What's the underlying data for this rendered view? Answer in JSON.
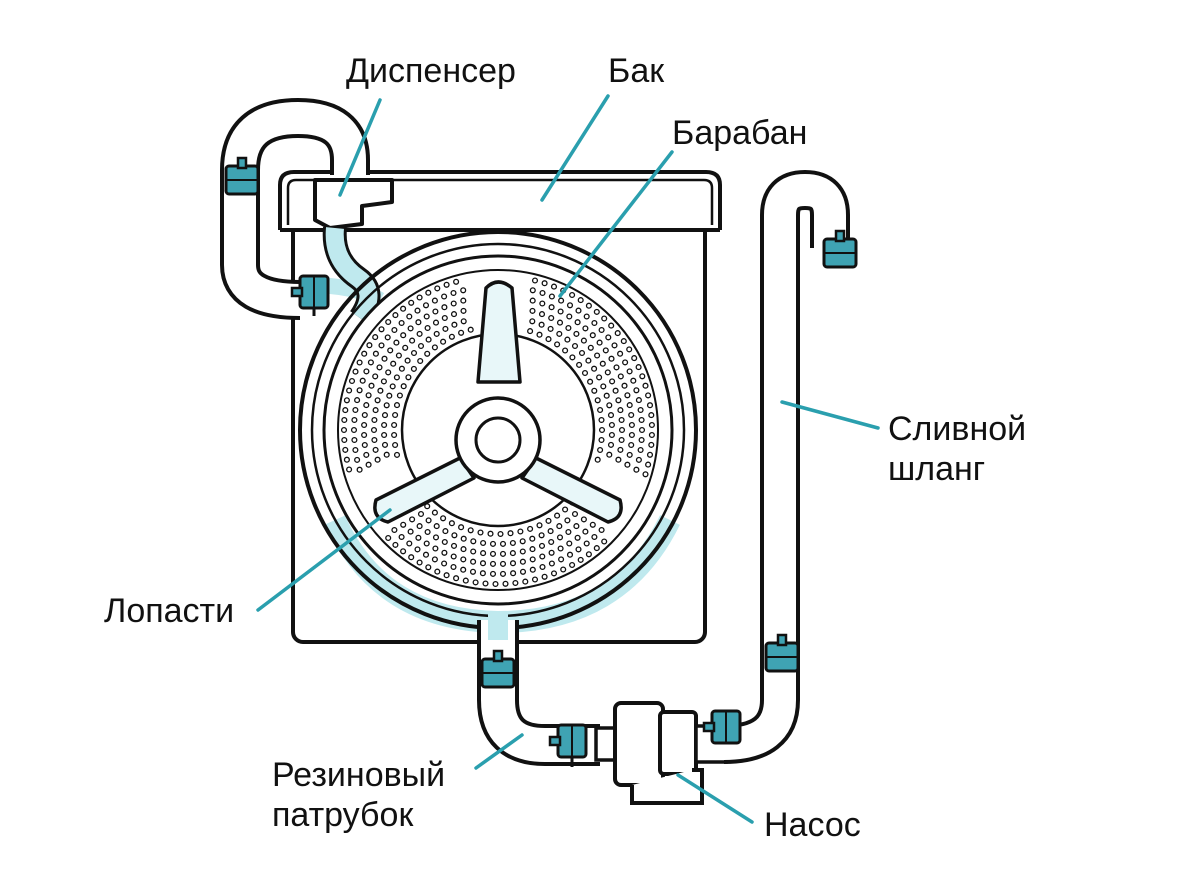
{
  "labels": {
    "dispenser": "Диспенсер",
    "tank": "Бак",
    "drum": "Барабан",
    "drain_hose_line1": "Сливной",
    "drain_hose_line2": "шланг",
    "paddles": "Лопасти",
    "rubber_pipe_line1": "Резиновый",
    "rubber_pipe_line2": "патрубок",
    "pump": "Насос"
  },
  "colors": {
    "outline": "#111111",
    "accent": "#2a9fae",
    "water": "#bfe9ee",
    "clamp": "#3fa3b3"
  }
}
